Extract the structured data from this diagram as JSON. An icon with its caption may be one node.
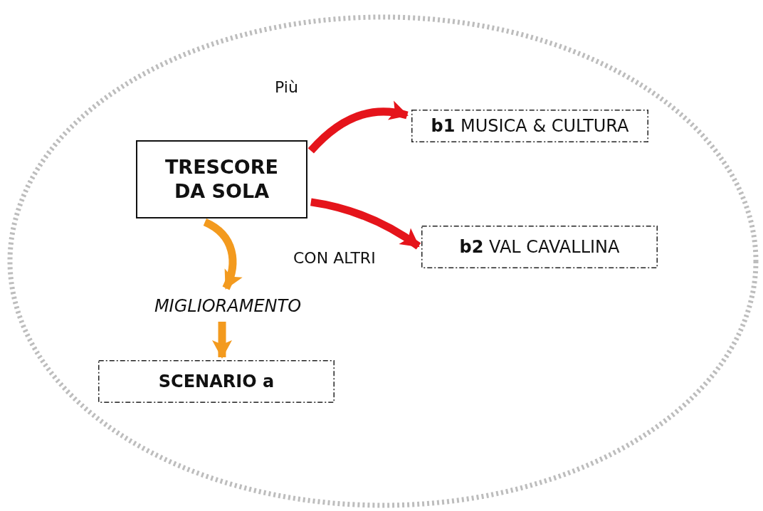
{
  "diagram": {
    "nodes": [
      {
        "text": [],
        "shape": "ellipse"
      },
      {
        "text": [
          "TRESCORE DA SOLA"
        ],
        "in": 0
      },
      {
        "text": [
          "**b1** MUSICA & CULTURA"
        ],
        "in": 0
      },
      {
        "text": [
          "**b2**  VAL CAVALLINA"
        ],
        "in": 0
      },
      {
        "text": [
          "MIGLIORAMENTO"
        ],
        "in": 0
      },
      {
        "text": [
          "SCENARIO a"
        ],
        "in": 0
      }
    ],
    "edges": [
      {
        "from": 1,
        "to": 2,
        "arrow": "to",
        "label": "Più",
        "color": "#e5141b"
      },
      {
        "from": 1,
        "to": 3,
        "arrow": "to",
        "label": "CON ALTRI",
        "color": "#e5141b"
      },
      {
        "from": 1,
        "to": 4,
        "arrow": "to",
        "color": "#f39a1e"
      },
      {
        "from": 4,
        "to": 5,
        "arrow": "to",
        "color": "#f39a1e"
      }
    ]
  }
}
